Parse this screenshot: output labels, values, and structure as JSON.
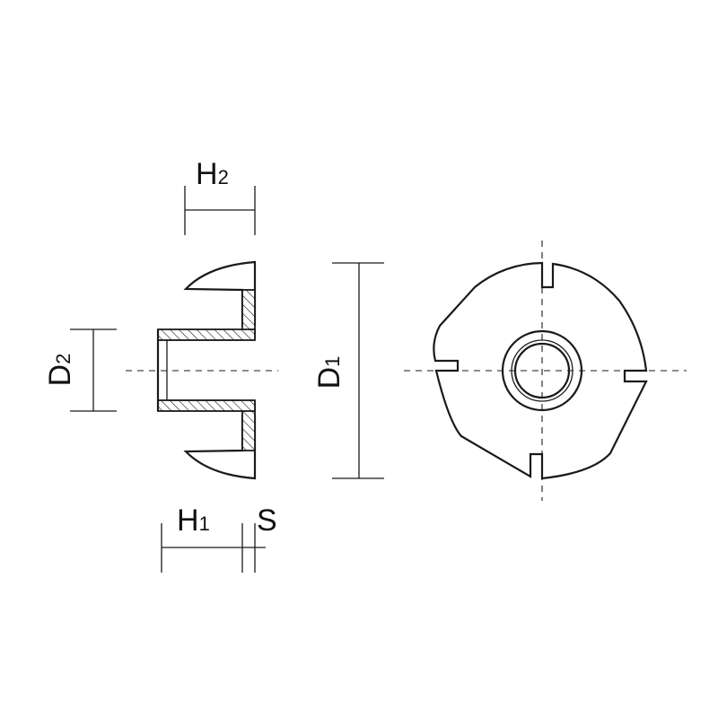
{
  "dimensions": {
    "h2": {
      "main": "H",
      "sub": "2"
    },
    "h1": {
      "main": "H",
      "sub": "1"
    },
    "s": {
      "main": "S",
      "sub": ""
    },
    "d1": {
      "main": "D",
      "sub": "1"
    },
    "d2": {
      "main": "D",
      "sub": "2"
    }
  },
  "colors": {
    "line": "#1a1a1a",
    "background": "#ffffff"
  }
}
